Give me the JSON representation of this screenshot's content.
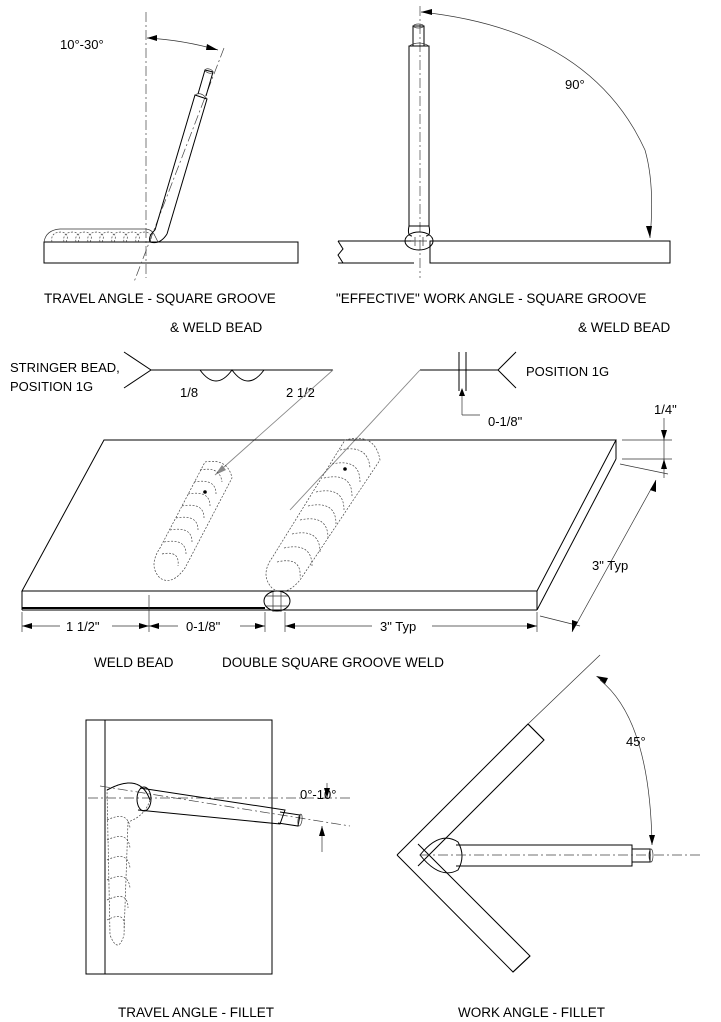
{
  "panels": {
    "travel_square": {
      "angle": "10°-30°",
      "caption_line1": "TRAVEL ANGLE - SQUARE GROOVE",
      "caption_line2": "& WELD BEAD"
    },
    "work_square": {
      "angle": "90°",
      "caption_line1": "\"EFFECTIVE\" WORK ANGLE - SQUARE GROOVE",
      "caption_line2": "& WELD BEAD"
    },
    "plate": {
      "stringer_line1": "STRINGER BEAD,",
      "stringer_line2": "POSITION 1G",
      "stringer_left": "1/8",
      "stringer_right": "2 1/2",
      "groove_position": "POSITION 1G",
      "groove_gap": "0-1/8\"",
      "thickness": "1/4\"",
      "width": "3\" Typ",
      "dim_left": "1 1/2\"",
      "dim_gap": "0-1/8\"",
      "dim_right": "3\" Typ",
      "caption_left": "WELD BEAD",
      "caption_right": "DOUBLE SQUARE GROOVE WELD"
    },
    "travel_fillet": {
      "angle": "0°-10°",
      "caption": "TRAVEL ANGLE - FILLET"
    },
    "work_fillet": {
      "angle": "45°",
      "caption": "WORK ANGLE - FILLET"
    }
  }
}
